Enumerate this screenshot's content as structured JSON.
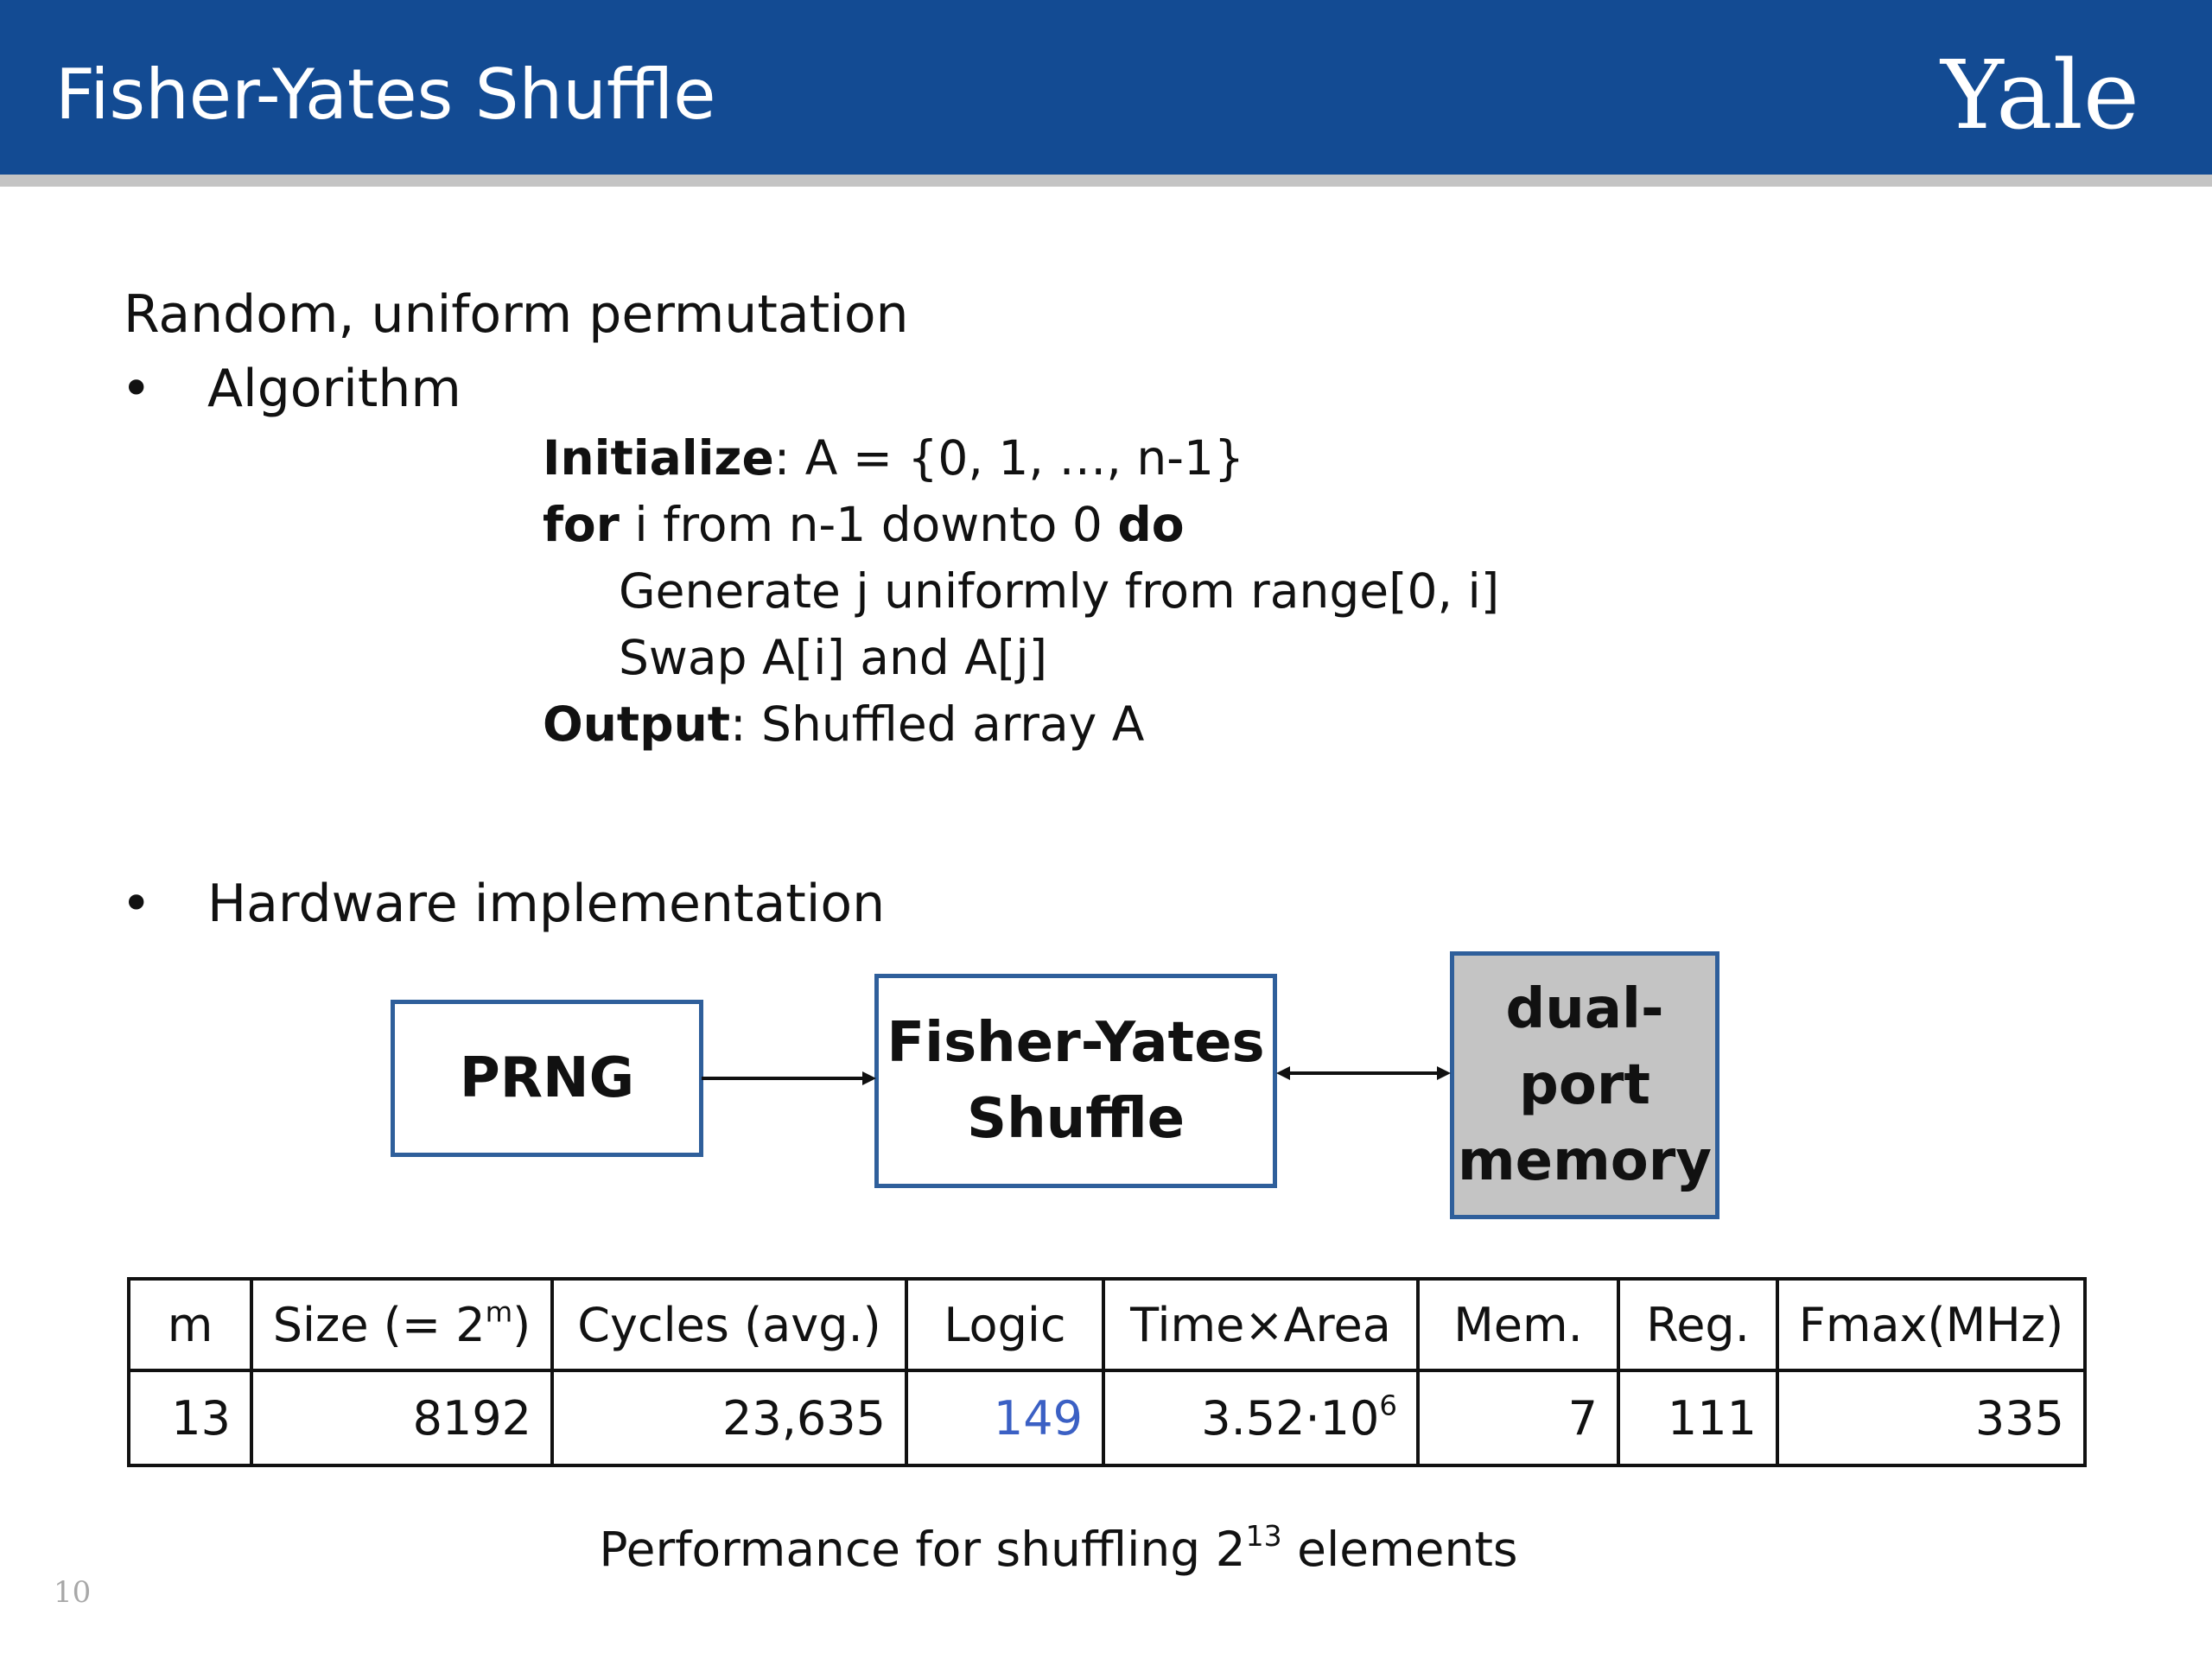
{
  "header": {
    "title": "Fisher-Yates Shuffle",
    "logo_text": "Yale",
    "bg_color": "#134b93"
  },
  "subheading": "Random, uniform permutation",
  "bullets": [
    {
      "symbol": "•",
      "text": "Algorithm"
    },
    {
      "symbol": "•",
      "text": "Hardware implementation"
    }
  ],
  "algorithm": {
    "init_kw": "Initialize",
    "init_rest": ": A = {0, 1, …, n-1}",
    "for_kw": "for",
    "for_rest": " i from n-1 downto 0 ",
    "do_kw": "do",
    "step1": "Generate j uniformly from range[0, i]",
    "step2": "Swap A[i] and A[j]",
    "out_kw": "Output",
    "out_rest": ": Shuffled array A"
  },
  "diagram": {
    "prng": "PRNG",
    "shuffle_line1": "Fisher-Yates",
    "shuffle_line2": "Shuffle",
    "memory_line1": "dual-port",
    "memory_line2": "memory",
    "memory_fill": "#c4c4c4",
    "border_color": "#2f5f9b"
  },
  "table": {
    "headers": {
      "m": "m",
      "size": "Size (= 2",
      "size_sup": "m",
      "size_close": ")",
      "cycles": "Cycles (avg.)",
      "logic": "Logic",
      "time_area": "Time×Area",
      "mem": "Mem.",
      "reg": "Reg.",
      "fmax": "Fmax(MHz)"
    },
    "row": {
      "m": "13",
      "size": "8192",
      "cycles": "23,635",
      "logic": "149",
      "time_area": "3.52·10",
      "time_area_sup": "6",
      "mem": "7",
      "reg": "111",
      "fmax": "335"
    },
    "highlight_color": "#3b60c4"
  },
  "caption": {
    "text": "Performance for shuffling 2",
    "sup": "13",
    "text_end": " elements"
  },
  "page_number": "10"
}
